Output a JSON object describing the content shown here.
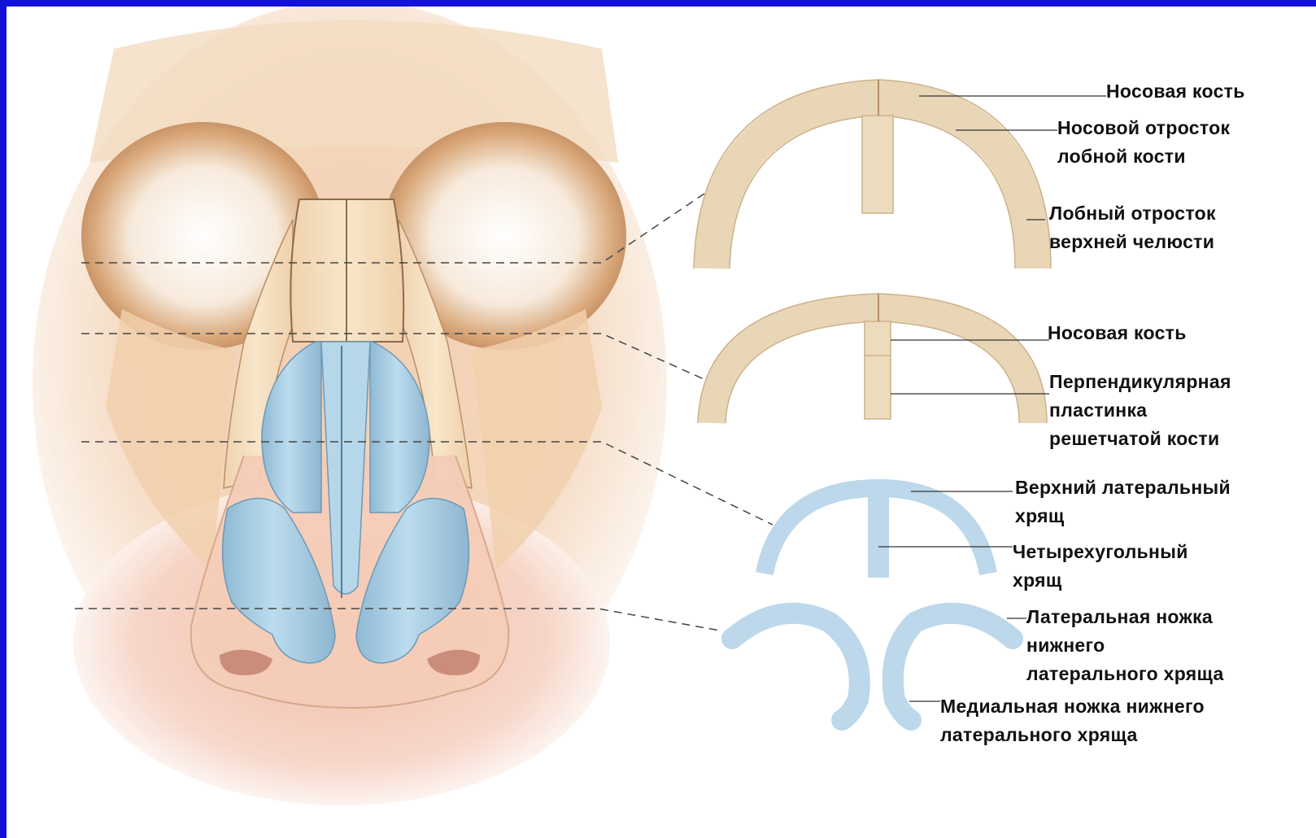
{
  "labels": {
    "nasal_bone_top": "Носовая кость",
    "frontal_nasal_process_1": "Носовой отросток",
    "frontal_nasal_process_2": "лобной кости",
    "maxilla_frontal_process_1": "Лобный отросток",
    "maxilla_frontal_process_2": "верхней челюсти",
    "nasal_bone_mid": "Носовая кость",
    "ethmoid_plate_1": "Перпендикулярная",
    "ethmoid_plate_2": "пластинка",
    "ethmoid_plate_3": "решетчатой кости",
    "upper_lateral_1": "Верхний латеральный",
    "upper_lateral_2": "хрящ",
    "quadrangular_1": "Четырехугольный",
    "quadrangular_2": "хрящ",
    "lateral_crus_1": "Латеральная ножка",
    "lateral_crus_2": "нижнего",
    "lateral_crus_3": "латерального хряща",
    "medial_crus_1": "Медиальная ножка нижнего",
    "medial_crus_2": "латерального хряща"
  },
  "colors": {
    "frame": "#1010d8",
    "bone": "#f3e2c4",
    "bone_outline": "#c9a981",
    "cartilage": "#a9cde2",
    "cartilage_outline": "#7fa8c4",
    "skin": "#f1c9b0",
    "leader_line": "#333333"
  }
}
